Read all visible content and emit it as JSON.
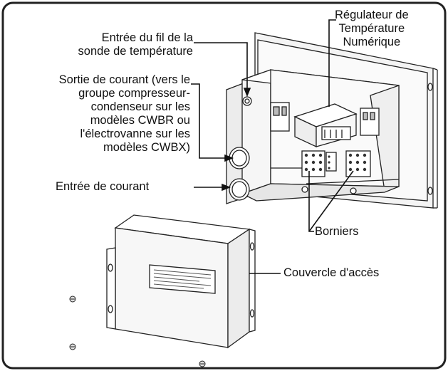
{
  "labels": {
    "probe_inlet": [
      "Entrée du fil de la",
      "sonde de température"
    ],
    "power_outlet": [
      "Sortie de courant (vers le",
      "groupe compresseur-",
      "condenseur sur les",
      "modèles CWBR ou",
      "l'électrovanne sur les",
      "modèles CWBX)"
    ],
    "power_inlet": "Entrée de courant",
    "regulator": [
      "Régulateur de",
      "Température",
      "Numérique"
    ],
    "terminal_blocks": "Borniers",
    "access_cover": "Couvercle d'accès"
  },
  "colors": {
    "ink": "#111111",
    "frame": "#222222",
    "background": "#ffffff",
    "panel_fill": "#f2f2f2"
  }
}
